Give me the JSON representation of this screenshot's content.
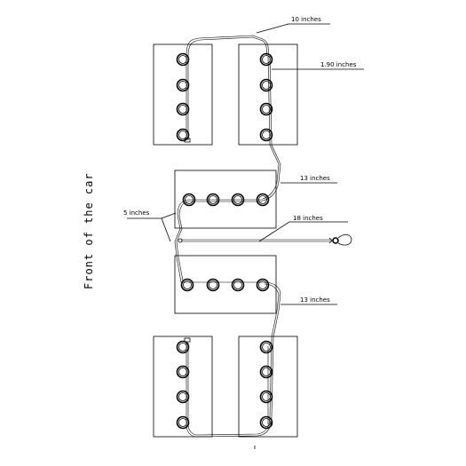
{
  "labels": {
    "top_wire": "10 inches",
    "vertical_spacing": "1.90 inches",
    "upper_link": "13 inches",
    "left_gap": "5 inches",
    "lead": "18 inches",
    "lower_link": "13 inches",
    "front": "Front of the car"
  },
  "colors": {
    "line": "#000000",
    "background": "#ffffff"
  }
}
